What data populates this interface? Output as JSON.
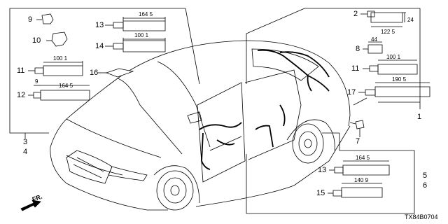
{
  "callouts": {
    "c1": "1",
    "c2": "2",
    "c3": "3",
    "c4": "4",
    "c5": "5",
    "c6": "6",
    "c7": "7",
    "c8": "8",
    "c9": "9",
    "c10": "10",
    "c11a": "11",
    "c11b": "11",
    "c12": "12",
    "c13a": "13",
    "c13b": "13",
    "c14": "14",
    "c15": "15",
    "c16": "16",
    "c17": "17"
  },
  "dimensions": {
    "d13a": "164 5",
    "d14": "100 1",
    "d11a": "100 1",
    "d12_small": "9",
    "d12": "164 5",
    "d2_width": "122 5",
    "d2_height": "24",
    "d8": "44",
    "d11b": "100 1",
    "d17": "190 5",
    "d13b": "164 5",
    "d15": "140 9"
  },
  "front_label": "FR.",
  "diagram_code": "TX84B0704",
  "colors": {
    "line": "#000000",
    "background": "#ffffff"
  }
}
